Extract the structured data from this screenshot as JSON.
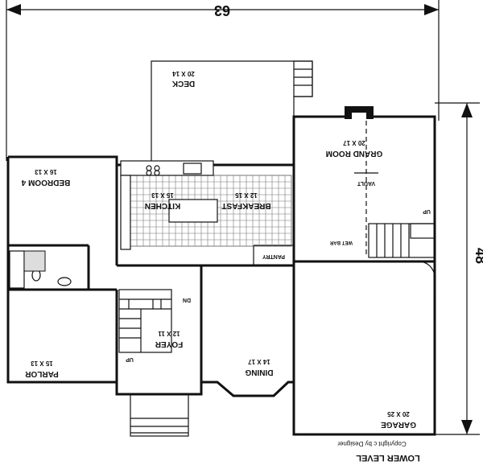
{
  "plan": {
    "overall_width": "63",
    "overall_depth": "48",
    "level_title": "LOWER LEVEL",
    "copyright": "Copyright   c   by Designer"
  },
  "rooms": {
    "deck": {
      "name": "DECK",
      "size": "20 X 14"
    },
    "grand_room": {
      "name": "GRAND ROOM",
      "size": "20 X 17"
    },
    "vault": {
      "name": "VAULT"
    },
    "bedroom4": {
      "name": "BEDROOM 4",
      "size": "16 X 13"
    },
    "kitchen": {
      "name": "KITCHEN",
      "size": "15 X 13"
    },
    "breakfast": {
      "name": "BREAKFAST",
      "size": "12 X 15"
    },
    "pantry": {
      "name": "PANTRY"
    },
    "wet_bar": {
      "name": "WET BAR"
    },
    "foyer": {
      "name": "FOYER",
      "size": "12 X 11"
    },
    "dining": {
      "name": "DINING",
      "size": "14 X 17"
    },
    "parlor": {
      "name": "PARLOR",
      "size": "15 X 13"
    },
    "garage": {
      "name": "GARAGE",
      "size": "20 X 25"
    }
  },
  "stairs": {
    "up_grand": "UP",
    "dn_foyer": "DN",
    "up_foyer": "UP"
  }
}
